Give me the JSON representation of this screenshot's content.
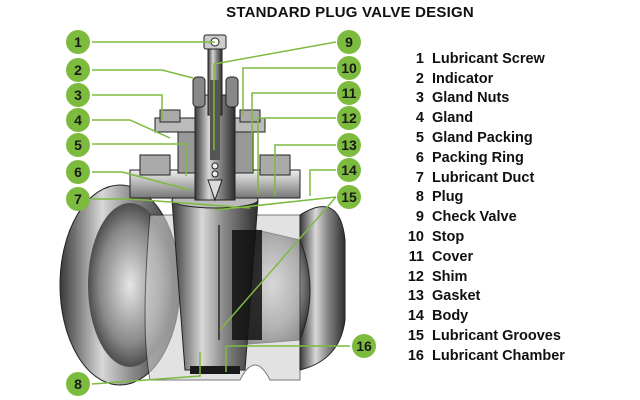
{
  "title": "STANDARD PLUG VALVE DESIGN",
  "colors": {
    "badge": "#7dbb3f",
    "leader": "#7dbb3f",
    "text": "#111111"
  },
  "legend": [
    {
      "num": "1",
      "label": "Lubricant Screw"
    },
    {
      "num": "2",
      "label": "Indicator"
    },
    {
      "num": "3",
      "label": "Gland Nuts"
    },
    {
      "num": "4",
      "label": "Gland"
    },
    {
      "num": "5",
      "label": "Gland Packing"
    },
    {
      "num": "6",
      "label": "Packing Ring"
    },
    {
      "num": "7",
      "label": "Lubricant Duct"
    },
    {
      "num": "8",
      "label": "Plug"
    },
    {
      "num": "9",
      "label": "Check Valve"
    },
    {
      "num": "10",
      "label": "Stop"
    },
    {
      "num": "11",
      "label": "Cover"
    },
    {
      "num": "12",
      "label": "Shim"
    },
    {
      "num": "13",
      "label": "Gasket"
    },
    {
      "num": "14",
      "label": "Body"
    },
    {
      "num": "15",
      "label": "Lubricant Grooves"
    },
    {
      "num": "16",
      "label": "Lubricant Chamber"
    }
  ],
  "callouts": {
    "c1": "1",
    "c2": "2",
    "c3": "3",
    "c4": "4",
    "c5": "5",
    "c6": "6",
    "c7": "7",
    "c8": "8",
    "c9": "9",
    "c10": "10",
    "c11": "11",
    "c12": "12",
    "c13": "13",
    "c14": "14",
    "c15": "15",
    "c16": "16"
  }
}
